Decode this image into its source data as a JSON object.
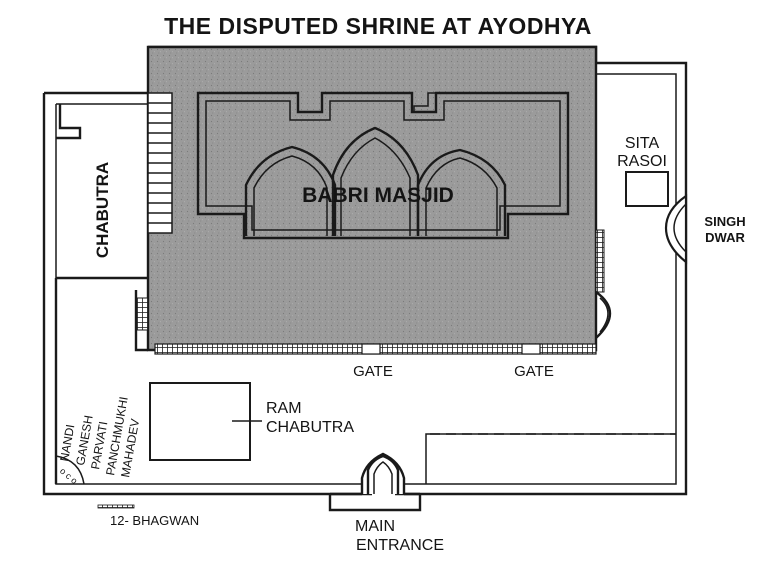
{
  "title": "THE DISPUTED SHRINE AT AYODHYA",
  "labels": {
    "babri_masjid": "BABRI MASJID",
    "chabutra": "CHABUTRA",
    "sita_rasoi_1": "SITA",
    "sita_rasoi_2": "RASOI",
    "singh_dwar_1": "SINGH",
    "singh_dwar_2": "DWAR",
    "gate_left": "GATE",
    "gate_right": "GATE",
    "ram_chabutra_1": "RAM",
    "ram_chabutra_2": "CHABUTRA",
    "nandi": "NANDI",
    "ganesh": "GANESH",
    "parvati": "PARVATI",
    "panchmukhi": "PANCHMUKHI",
    "mahadev": "MAHADEV",
    "bhagwan": "12- BHAGWAN",
    "main_entrance_1": "MAIN",
    "main_entrance_2": "ENTRANCE"
  },
  "colors": {
    "ink": "#1a1a1a",
    "mosque_fill": "#9a9a9a",
    "background": "#ffffff"
  }
}
